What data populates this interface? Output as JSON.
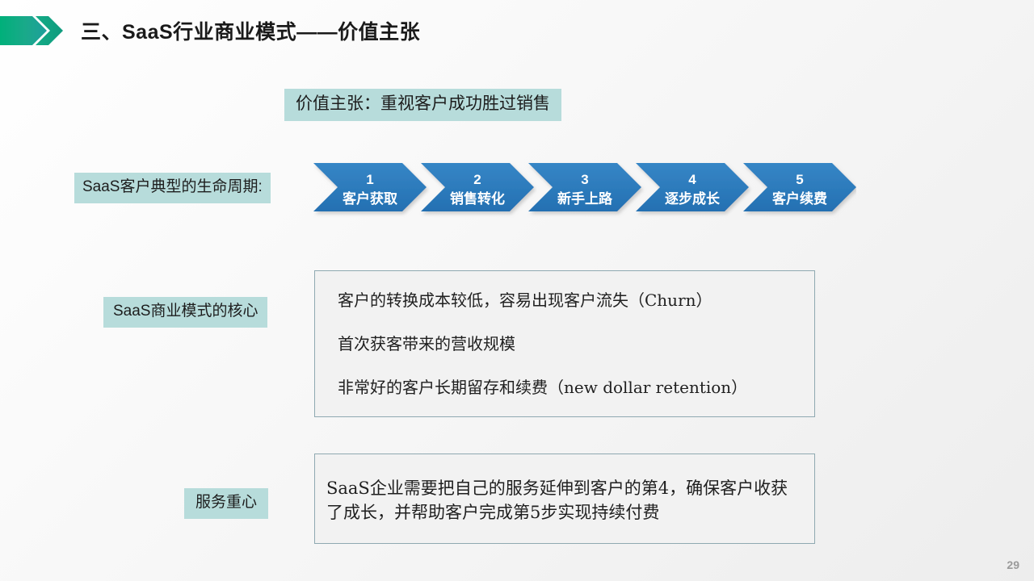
{
  "header": {
    "title": "三、SaaS行业商业模式——价值主张",
    "mark_icon": "green-chevron-arrow-icon",
    "mark_color_start": "#00a97b",
    "mark_color_end": "#2196a8"
  },
  "value_proposition": {
    "banner_text": "价值主张：重视客户成功胜过销售",
    "highlight_color": "#b7dcdb"
  },
  "lifecycle": {
    "label": "SaaS客户典型的生命周期:",
    "chevron_color": "#2c7cbf",
    "steps": [
      {
        "number": "1",
        "label": "客户获取"
      },
      {
        "number": "2",
        "label": "销售转化"
      },
      {
        "number": "3",
        "label": "新手上路"
      },
      {
        "number": "4",
        "label": "逐步成长"
      },
      {
        "number": "5",
        "label": "客户续费"
      }
    ]
  },
  "core_model": {
    "label": "SaaS商业模式的核心",
    "box_border_color": "#8fa9b1",
    "box_fill_color": "#f2f2f2",
    "lines": [
      "客户的转换成本较低，容易出现客户流失（Churn）",
      "首次获客带来的营收规模",
      "非常好的客户长期留存和续费（new dollar retention）"
    ]
  },
  "service_focus": {
    "label": "服务重心",
    "text": "SaaS企业需要把自己的服务延伸到客户的第4，确保客户收获了成长，并帮助客户完成第5步实现持续付费"
  },
  "footer": {
    "page_number": "29"
  }
}
